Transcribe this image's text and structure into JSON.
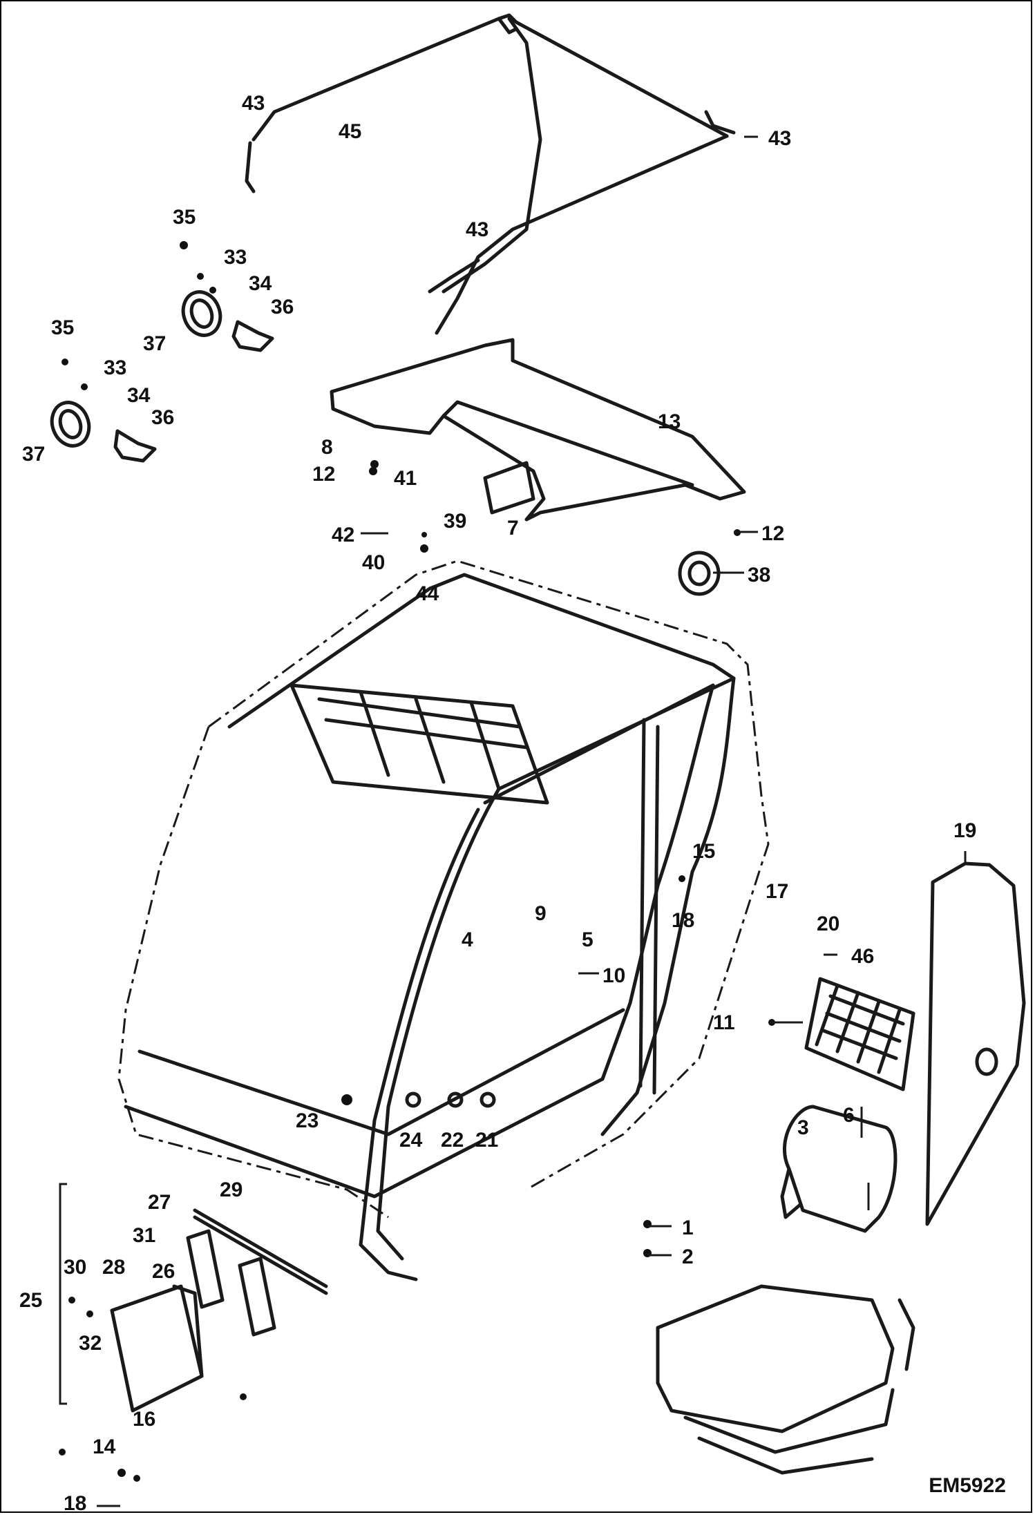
{
  "diagram": {
    "reference_code": "EM5922",
    "callouts": [
      {
        "id": "c43a",
        "label": "43"
      },
      {
        "id": "c45",
        "label": "45"
      },
      {
        "id": "c43b",
        "label": "43"
      },
      {
        "id": "c43c",
        "label": "43"
      },
      {
        "id": "c35a",
        "label": "35"
      },
      {
        "id": "c33a",
        "label": "33"
      },
      {
        "id": "c34a",
        "label": "34"
      },
      {
        "id": "c36a",
        "label": "36"
      },
      {
        "id": "c37a",
        "label": "37"
      },
      {
        "id": "c35b",
        "label": "35"
      },
      {
        "id": "c33b",
        "label": "33"
      },
      {
        "id": "c34b",
        "label": "34"
      },
      {
        "id": "c36b",
        "label": "36"
      },
      {
        "id": "c37b",
        "label": "37"
      },
      {
        "id": "c13",
        "label": "13"
      },
      {
        "id": "c8",
        "label": "8"
      },
      {
        "id": "c12a",
        "label": "12"
      },
      {
        "id": "c41",
        "label": "41"
      },
      {
        "id": "c7",
        "label": "7"
      },
      {
        "id": "c12b",
        "label": "12"
      },
      {
        "id": "c42",
        "label": "42"
      },
      {
        "id": "c39",
        "label": "39"
      },
      {
        "id": "c40",
        "label": "40"
      },
      {
        "id": "c44",
        "label": "44"
      },
      {
        "id": "c38",
        "label": "38"
      },
      {
        "id": "c19",
        "label": "19"
      },
      {
        "id": "c15",
        "label": "15"
      },
      {
        "id": "c18a",
        "label": "18"
      },
      {
        "id": "c17",
        "label": "17"
      },
      {
        "id": "c20",
        "label": "20"
      },
      {
        "id": "c46",
        "label": "46"
      },
      {
        "id": "c9",
        "label": "9"
      },
      {
        "id": "c4",
        "label": "4"
      },
      {
        "id": "c5",
        "label": "5"
      },
      {
        "id": "c10",
        "label": "10"
      },
      {
        "id": "c11",
        "label": "11"
      },
      {
        "id": "c6",
        "label": "6"
      },
      {
        "id": "c23",
        "label": "23"
      },
      {
        "id": "c24",
        "label": "24"
      },
      {
        "id": "c22",
        "label": "22"
      },
      {
        "id": "c21",
        "label": "21"
      },
      {
        "id": "c3",
        "label": "3"
      },
      {
        "id": "c1",
        "label": "1"
      },
      {
        "id": "c2",
        "label": "2"
      },
      {
        "id": "c29",
        "label": "29"
      },
      {
        "id": "c27",
        "label": "27"
      },
      {
        "id": "c31",
        "label": "31"
      },
      {
        "id": "c30",
        "label": "30"
      },
      {
        "id": "c28",
        "label": "28"
      },
      {
        "id": "c26",
        "label": "26"
      },
      {
        "id": "c25",
        "label": "25"
      },
      {
        "id": "c32",
        "label": "32"
      },
      {
        "id": "c16",
        "label": "16"
      },
      {
        "id": "c14",
        "label": "14"
      },
      {
        "id": "c18b",
        "label": "18"
      }
    ]
  }
}
